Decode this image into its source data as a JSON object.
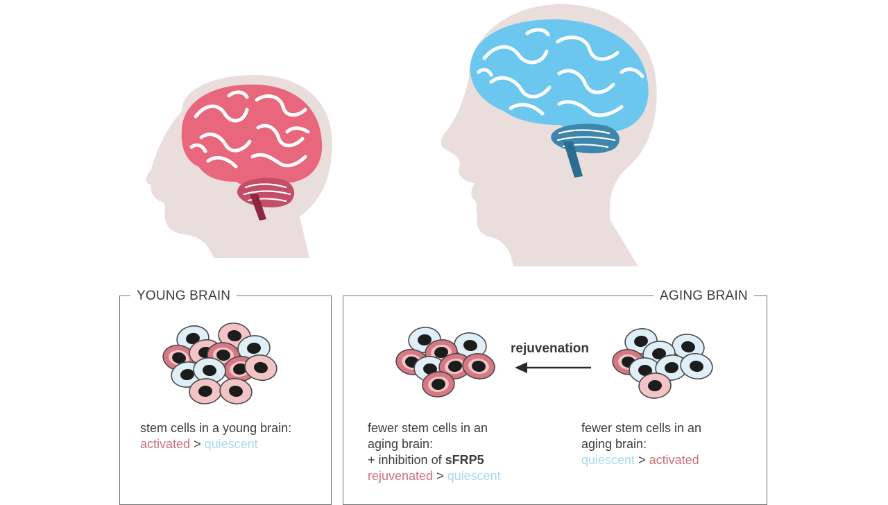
{
  "colors": {
    "head": "#e9dedb",
    "young_brain": "#e8677d",
    "young_cerebellum": "#c44d67",
    "young_stem": "#8f2641",
    "aging_brain": "#6cc7ef",
    "aging_cerebellum": "#3e86ab",
    "aging_stem": "#2b6d8f",
    "cell_activated": "#d87884",
    "cell_activated_light": "#f2c4c6",
    "cell_quiescent": "#dfeef7",
    "cell_outline": "#4a4a4a",
    "nucleus": "#1c1c1c",
    "text_activated": "#d0707a",
    "text_quiescent": "#a9d7ee"
  },
  "young_panel": {
    "title": "YOUNG BRAIN",
    "caption_line1": "stem cells in a young brain:",
    "term_activated": "activated",
    "gt": ">",
    "term_quiescent": "quiescent"
  },
  "aging_panel": {
    "title": "AGING BRAIN",
    "arrow_label": "rejuvenation",
    "treated_caption": {
      "line1": "fewer stem cells in an",
      "line2": "aging brain:",
      "line3_prefix": "+ inhibition of ",
      "line3_bold": "sFRP5",
      "term_rejuvenated": "rejuvenated",
      "gt": ">",
      "term_quiescent": "quiescent"
    },
    "untreated_caption": {
      "line1": "fewer stem cells in an",
      "line2": "aging brain:",
      "term_quiescent": "quiescent",
      "gt": ">",
      "term_activated": "activated"
    }
  }
}
